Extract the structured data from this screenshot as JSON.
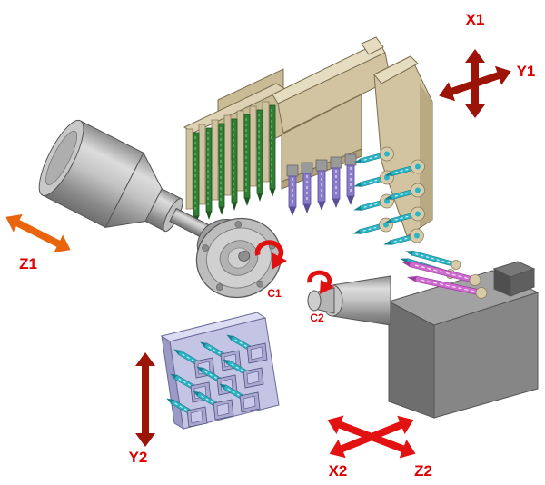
{
  "diagram": {
    "labels": {
      "x1": "X1",
      "y1": "Y1",
      "z1": "Z1",
      "c1": "C1",
      "c2": "C2",
      "x2": "X2",
      "y2": "Y2",
      "z2": "Z2"
    },
    "colors": {
      "label": "#dd0000",
      "axis_maroon": "#9b1407",
      "axis_orange": "#e8650e",
      "axis_red": "#e31212",
      "rotation_red": "#e01010",
      "turret_tan": "#d2c4a0",
      "turret_tan_light": "#e6dcc0",
      "tool_green": "#2f8032",
      "drill_purple": "#8a7cc8",
      "drill_cyan": "#2ab4c6",
      "drill_magenta": "#cf6ad0",
      "spindle_gray": "#b8b8b8",
      "block_lavender": "#c4c4e4",
      "counter_gray": "#868686",
      "background": "#ffffff"
    }
  }
}
